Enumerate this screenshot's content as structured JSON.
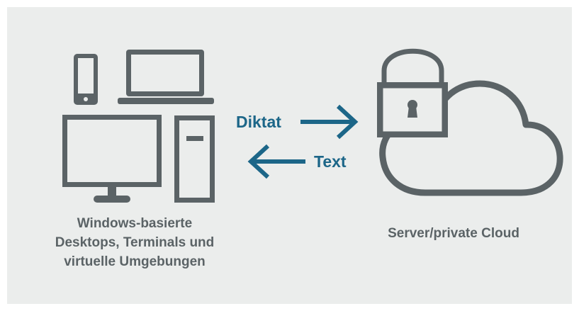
{
  "arrow_forward_label": "Diktat",
  "arrow_back_label": "Text",
  "client_caption": "Windows-basierte\nDesktops, Terminals und\nvirtuelle Umgebungen",
  "server_caption": "Server/private Cloud",
  "colors": {
    "background": "#ebedec",
    "device_stroke": "#5b6366",
    "arrow": "#1c6688",
    "caption": "#5b6366"
  },
  "icons": [
    "smartphone-icon",
    "laptop-icon",
    "monitor-icon",
    "tower-pc-icon",
    "padlock-icon",
    "cloud-icon"
  ]
}
